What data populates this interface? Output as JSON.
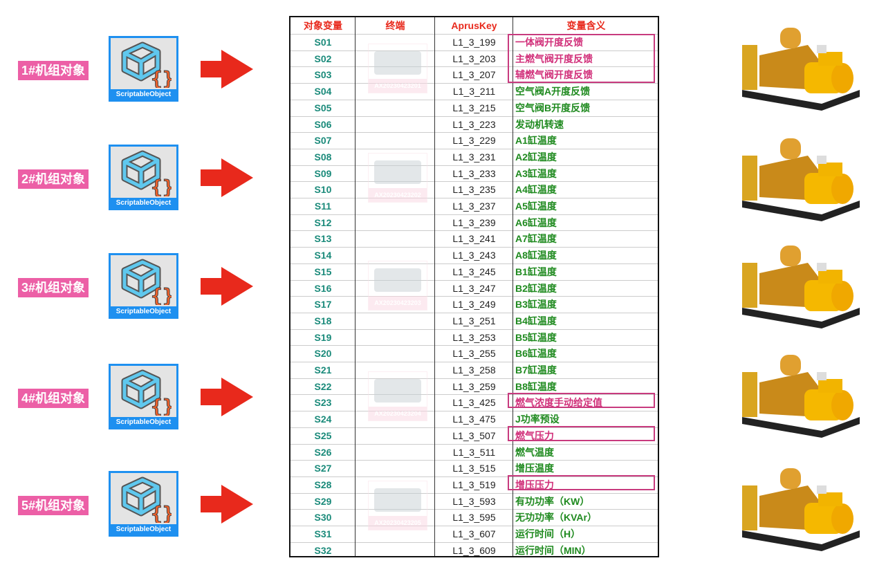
{
  "units": [
    {
      "label": "1#机组对象",
      "icon_caption": "ScriptableObject",
      "terminal_id": "AX20230423201"
    },
    {
      "label": "2#机组对象",
      "icon_caption": "ScriptableObject",
      "terminal_id": "AX20230423202"
    },
    {
      "label": "3#机组对象",
      "icon_caption": "ScriptableObject",
      "terminal_id": "AX20230423203"
    },
    {
      "label": "4#机组对象",
      "icon_caption": "ScriptableObject",
      "terminal_id": "AX20230423204"
    },
    {
      "label": "5#机组对象",
      "icon_caption": "ScriptableObject",
      "terminal_id": "AX20230423205"
    }
  ],
  "table": {
    "headers": [
      "对象变量",
      "终端",
      "AprusKey",
      "变量含义"
    ],
    "rows": [
      [
        "S01",
        "L1_3_199",
        "一体阀开度反馈",
        1
      ],
      [
        "S02",
        "L1_3_203",
        "主燃气阀开度反馈",
        1
      ],
      [
        "S03",
        "L1_3_207",
        "辅燃气阀开度反馈",
        1
      ],
      [
        "S04",
        "L1_3_211",
        "空气阀A开度反馈",
        0
      ],
      [
        "S05",
        "L1_3_215",
        "空气阀B开度反馈",
        0
      ],
      [
        "S06",
        "L1_3_223",
        "发动机转速",
        0
      ],
      [
        "S07",
        "L1_3_229",
        "A1缸温度",
        0
      ],
      [
        "S08",
        "L1_3_231",
        "A2缸温度",
        0
      ],
      [
        "S09",
        "L1_3_233",
        "A3缸温度",
        0
      ],
      [
        "S10",
        "L1_3_235",
        "A4缸温度",
        0
      ],
      [
        "S11",
        "L1_3_237",
        "A5缸温度",
        0
      ],
      [
        "S12",
        "L1_3_239",
        "A6缸温度",
        0
      ],
      [
        "S13",
        "L1_3_241",
        "A7缸温度",
        0
      ],
      [
        "S14",
        "L1_3_243",
        "A8缸温度",
        0
      ],
      [
        "S15",
        "L1_3_245",
        "B1缸温度",
        0
      ],
      [
        "S16",
        "L1_3_247",
        "B2缸温度",
        0
      ],
      [
        "S17",
        "L1_3_249",
        "B3缸温度",
        0
      ],
      [
        "S18",
        "L1_3_251",
        "B4缸温度",
        0
      ],
      [
        "S19",
        "L1_3_253",
        "B5缸温度",
        0
      ],
      [
        "S20",
        "L1_3_255",
        "B6缸温度",
        0
      ],
      [
        "S21",
        "L1_3_258",
        "B7缸温度",
        0
      ],
      [
        "S22",
        "L1_3_259",
        "B8缸温度",
        0
      ],
      [
        "S23",
        "L1_3_425",
        "燃气浓度手动给定值",
        1
      ],
      [
        "S24",
        "L1_3_475",
        "J功率预设",
        0
      ],
      [
        "S25",
        "L1_3_507",
        "燃气压力",
        1
      ],
      [
        "S26",
        "L1_3_511",
        "燃气温度",
        0
      ],
      [
        "S27",
        "L1_3_515",
        "增压温度",
        0
      ],
      [
        "S28",
        "L1_3_519",
        "增压压力",
        1
      ],
      [
        "S29",
        "L1_3_593",
        "有功功率（KW）",
        0
      ],
      [
        "S30",
        "L1_3_595",
        "无功功率（KVAr）",
        0
      ],
      [
        "S31",
        "L1_3_607",
        "运行时间（H）",
        0
      ],
      [
        "S32",
        "L1_3_609",
        "运行时间（MIN）",
        0
      ]
    ]
  },
  "colors": {
    "label_bg": "#ec5fa6",
    "arrow": "#e8291c",
    "var": "#1a8a7a",
    "meaning": "#1f8a1f",
    "highlight": "#d1307a"
  }
}
